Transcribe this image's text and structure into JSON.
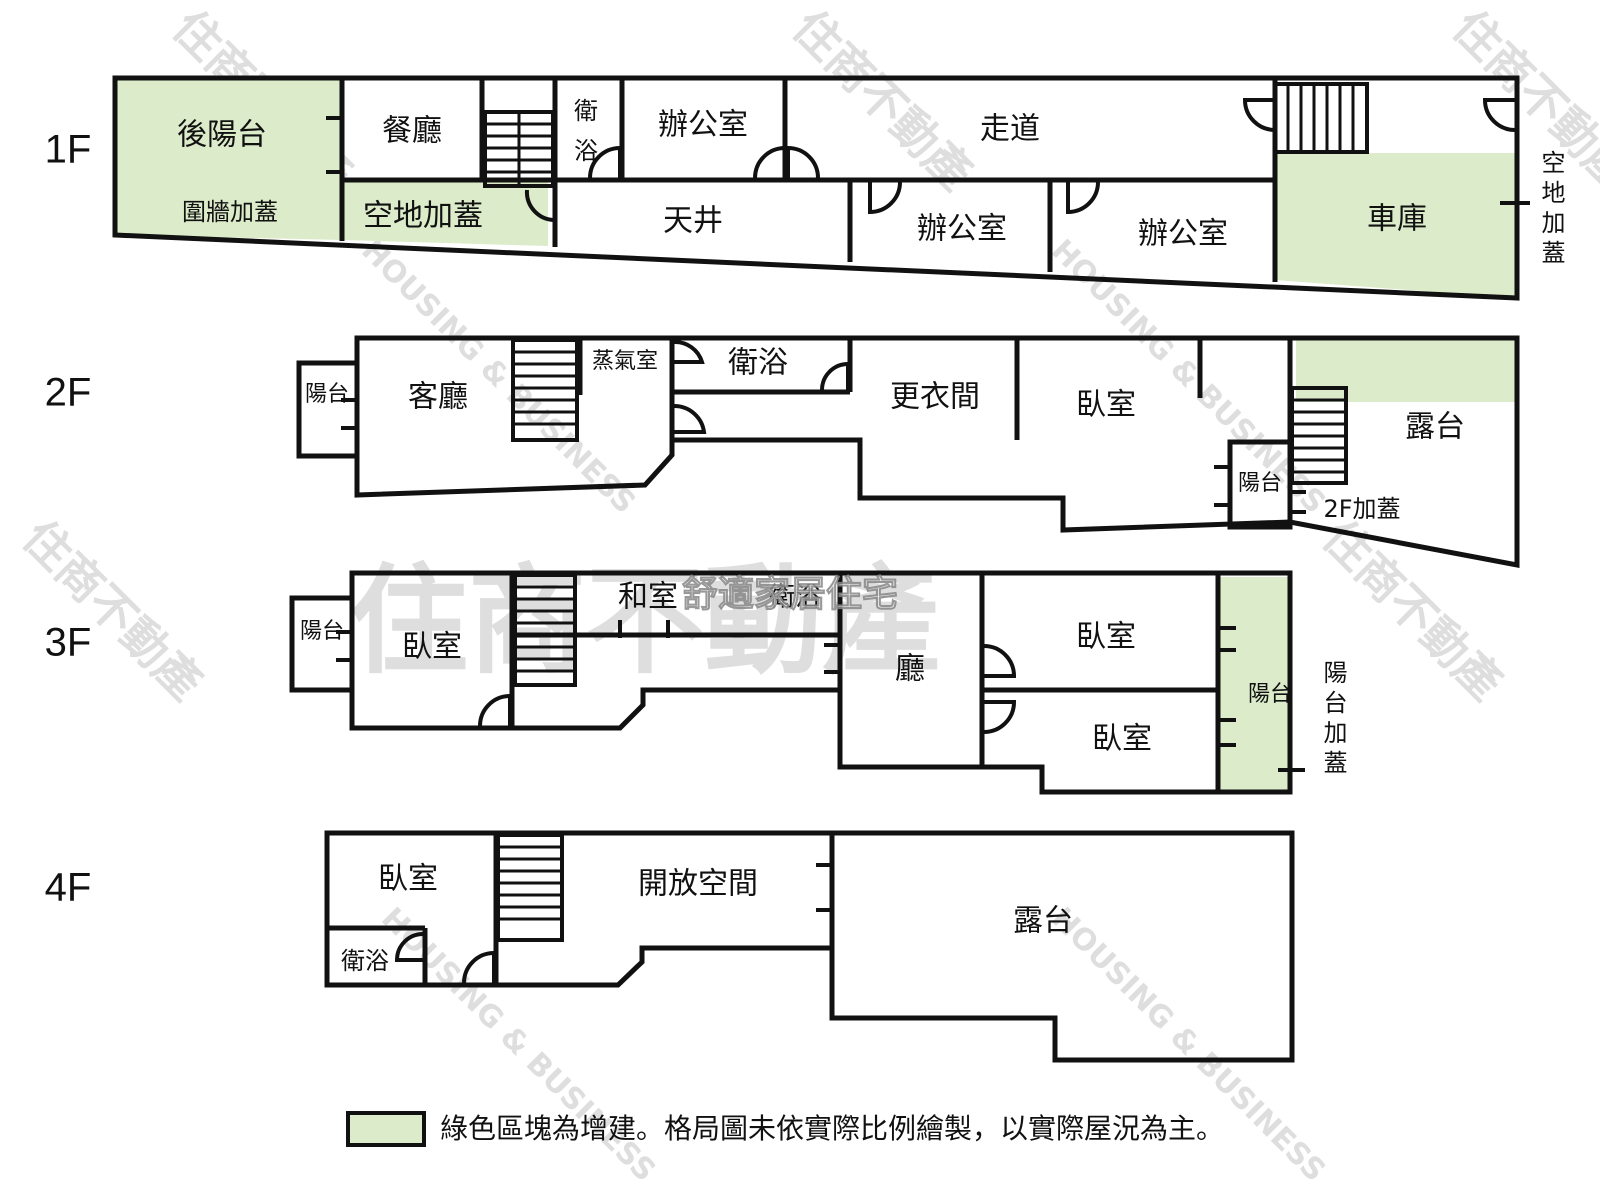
{
  "floors": [
    {
      "label": "1F",
      "rooms": {
        "rear_balcony": "後陽台",
        "fence_addition": "圍牆加蓋",
        "dining": "餐廳",
        "bath": "衛浴",
        "bath_line1": "衛",
        "bath_line2": "浴",
        "office_a": "辦公室",
        "corridor": "走道",
        "open_lot_addition": "空地加蓋",
        "atrium": "天井",
        "office_b": "辦公室",
        "office_c": "辦公室",
        "garage": "車庫",
        "side_note": "空地加蓋"
      }
    },
    {
      "label": "2F",
      "rooms": {
        "balcony_left": "陽台",
        "living": "客廳",
        "steam": "蒸氣室",
        "bath": "衛浴",
        "dressing": "更衣間",
        "bedroom": "臥室",
        "balcony_right": "陽台",
        "terrace": "露台",
        "addition": "2F加蓋"
      }
    },
    {
      "label": "3F",
      "rooms": {
        "balcony_left": "陽台",
        "bedroom_left": "臥室",
        "tatami": "和室",
        "bath": "衛浴",
        "hall": "廳",
        "bedroom_a": "臥室",
        "bedroom_b": "臥室",
        "balcony_right": "陽台",
        "side_note": "陽台加蓋"
      }
    },
    {
      "label": "4F",
      "rooms": {
        "bedroom": "臥室",
        "bath": "衛浴",
        "open_space": "開放空間",
        "terrace": "露台"
      }
    }
  ],
  "legend": {
    "text": "綠色區塊為增建。格局圖未依實際比例繪製，以實際屋況為主。",
    "swatch_color": "#dcebc9"
  },
  "watermark": {
    "brand": "住商不動產",
    "english": "HOUSING & BUSINESS",
    "overlay": "舒適家居住宅"
  }
}
